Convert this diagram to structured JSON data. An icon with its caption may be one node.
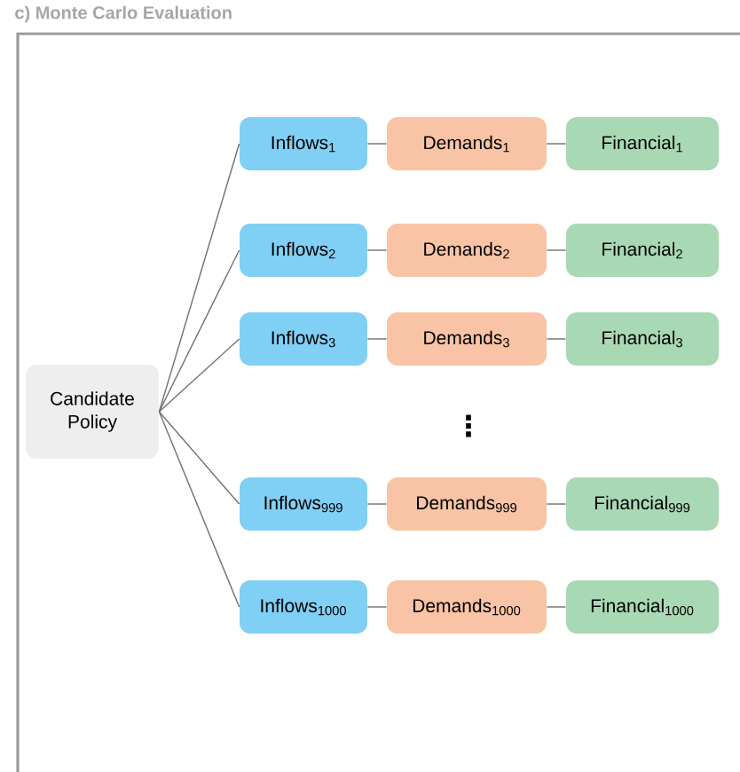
{
  "diagram": {
    "title": "c) Monte Carlo Evaluation",
    "nodes": [
      {
        "text": [
          "Candidate Policy"
        ]
      },
      {
        "text": [
          "Inflows$_{1}$"
        ]
      },
      {
        "text": [
          "Demands$_{1}$"
        ]
      },
      {
        "text": [
          "Financial$_{1}$"
        ]
      },
      {
        "text": [
          "Inflows$_{2}$"
        ]
      },
      {
        "text": [
          "Demands$_{2}$"
        ]
      },
      {
        "text": [
          "Financial$_{2}$"
        ]
      },
      {
        "text": [
          "Inflows$_{3}$"
        ]
      },
      {
        "text": [
          "Demands$_{3}$"
        ]
      },
      {
        "text": [
          "Financial$_{3}$"
        ]
      },
      {
        "text": [
          "Inflows$_{999}$"
        ]
      },
      {
        "text": [
          "Demands$_{999}$"
        ]
      },
      {
        "text": [
          "Financial$_{999}$"
        ]
      },
      {
        "text": [
          "Inflows$_{1000}$"
        ]
      },
      {
        "text": [
          "Demands$_{1000}$"
        ]
      },
      {
        "text": [
          "Financial$_{1000}$"
        ]
      }
    ],
    "edges": [
      {
        "from": 0,
        "to": 1,
        "arrow": "none"
      },
      {
        "from": 0,
        "to": 4,
        "arrow": "none"
      },
      {
        "from": 0,
        "to": 7,
        "arrow": "none"
      },
      {
        "from": 0,
        "to": 10,
        "arrow": "none"
      },
      {
        "from": 0,
        "to": 13,
        "arrow": "none"
      },
      {
        "from": 1,
        "to": 2,
        "arrow": "none"
      },
      {
        "from": 2,
        "to": 3,
        "arrow": "none"
      },
      {
        "from": 4,
        "to": 5,
        "arrow": "none"
      },
      {
        "from": 5,
        "to": 6,
        "arrow": "none"
      },
      {
        "from": 7,
        "to": 8,
        "arrow": "none"
      },
      {
        "from": 8,
        "to": 9,
        "arrow": "none"
      },
      {
        "from": 10,
        "to": 11,
        "arrow": "none"
      },
      {
        "from": 11,
        "to": 12,
        "arrow": "none"
      },
      {
        "from": 13,
        "to": 14,
        "arrow": "none"
      },
      {
        "from": 14,
        "to": 15,
        "arrow": "none"
      }
    ],
    "labels": [
      "⋮"
    ]
  }
}
